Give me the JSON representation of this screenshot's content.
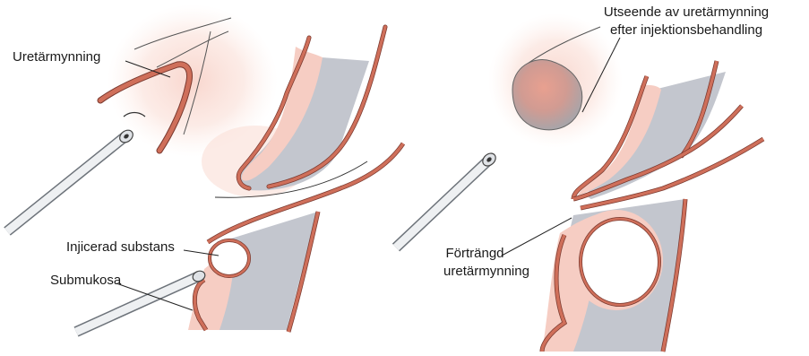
{
  "labels": {
    "ureter_opening": "Uretärmynning",
    "injected_substance": "Injicerad substans",
    "submucosa": "Submukosa",
    "after_injection_line1": "Utseende av uretärmynning",
    "after_injection_line2": "efter injektionsbehandling",
    "narrowed_line1": "Förträngd",
    "narrowed_line2": "uretärmynning"
  },
  "colors": {
    "wall_red": "#cf6f5a",
    "mucosa_pink": "#f6cdc3",
    "halo_pink": "#fbe3dc",
    "submucosa_gray": "#c3c6ce",
    "bulge_gray": "#b9b5b8",
    "bulge_red": "#e59a8a",
    "needle": "#e9ecef",
    "needle_edge": "#6d737a",
    "line": "#333333"
  }
}
